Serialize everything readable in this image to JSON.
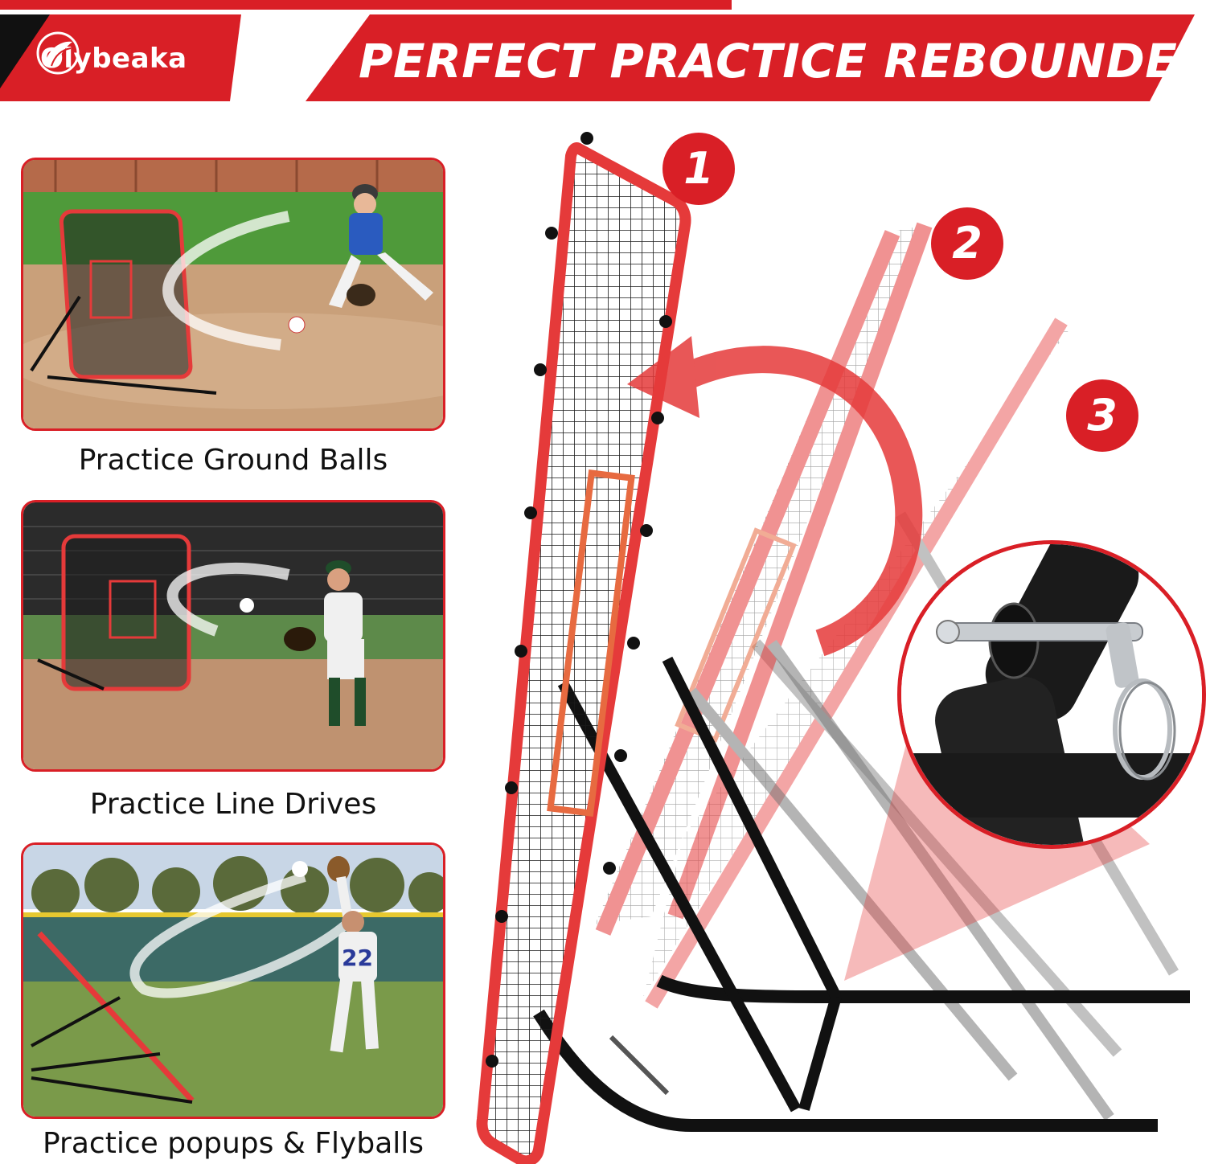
{
  "brand": {
    "name": "Olybeaka",
    "logo_icon": "leaf-logo-icon"
  },
  "headline": "PERFECT PRACTICE REBOUNDER",
  "colors": {
    "accent": "#d91f26",
    "dark": "#111111",
    "net": "#1a1a1a",
    "frame": "#e53a3a"
  },
  "practice_cards": [
    {
      "caption": "Practice Ground Balls"
    },
    {
      "caption": "Practice Line Drives"
    },
    {
      "caption": "Practice popups & Flyballs"
    }
  ],
  "player_jersey_number": "22",
  "angle_positions": [
    "1",
    "2",
    "3"
  ],
  "detail_view": {
    "icon": "locking-pin-icon"
  }
}
